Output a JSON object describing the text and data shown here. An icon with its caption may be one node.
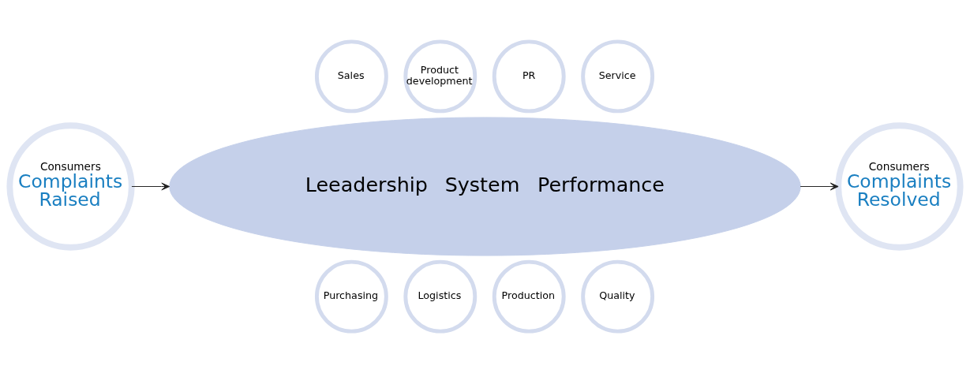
{
  "diagram": {
    "nodes": [
      {
        "text": [
          "Consumers",
          "Complaints Raised"
        ]
      },
      {
        "text": [
          "Leeadership",
          "System",
          "Performance"
        ]
      },
      {
        "text": [
          "Sales"
        ]
      },
      {
        "text": [
          "Product development"
        ]
      },
      {
        "text": [
          "PR"
        ]
      },
      {
        "text": [
          "Service"
        ]
      },
      {
        "text": [
          "Purchasing"
        ]
      },
      {
        "text": [
          "Logistics"
        ]
      },
      {
        "text": [
          "Production"
        ]
      },
      {
        "text": [
          "Quality"
        ]
      },
      {
        "text": [
          "Consumers",
          "Complaints Resolved"
        ]
      }
    ],
    "edges": [
      {
        "from": 0,
        "to": 1,
        "arrow": "to"
      },
      {
        "from": 1,
        "to": 10,
        "arrow": "to"
      }
    ]
  }
}
